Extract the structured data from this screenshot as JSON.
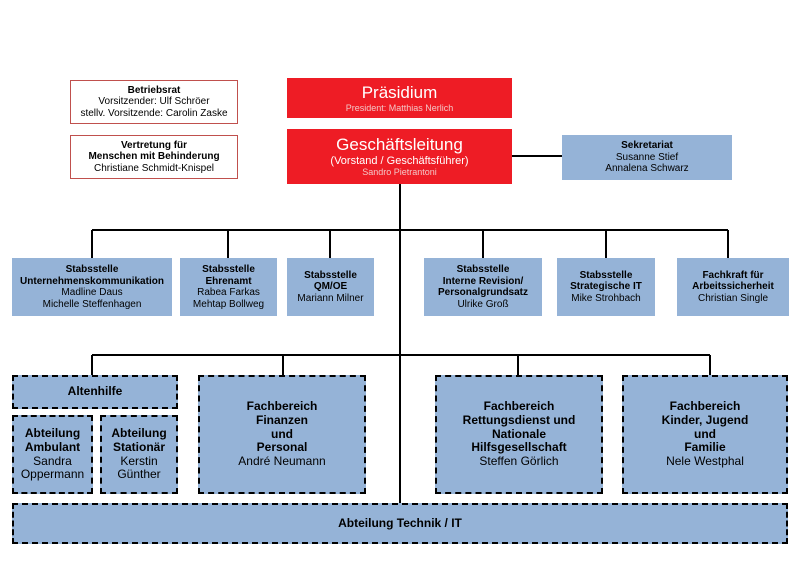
{
  "praesidium": {
    "title": "Präsidium",
    "person": "President: Matthias Nerlich"
  },
  "geschaeftsleitung": {
    "title": "Geschäftsleitung",
    "subtitle": "(Vorstand / Geschäftsführer)",
    "person": "Sandro Pietrantoni"
  },
  "betriebsrat": {
    "title": "Betriebsrat",
    "line1": "Vorsitzender: Ulf Schröer",
    "line2": "stellv. Vorsitzende: Carolin Zaske"
  },
  "vertretung": {
    "title_line1": "Vertretung für",
    "title_line2": "Menschen mit Behinderung",
    "person": "Christiane Schmidt-Knispel"
  },
  "sekretariat": {
    "title": "Sekretariat",
    "person1": "Susanne Stief",
    "person2": "Annalena Schwarz"
  },
  "stabsstellen": [
    {
      "title1": "Stabsstelle",
      "title2": "Unternehmenskommunikation",
      "person1": "Madline Daus",
      "person2": "Michelle Steffenhagen"
    },
    {
      "title1": "Stabsstelle",
      "title2": "Ehrenamt",
      "person1": "Rabea Farkas",
      "person2": "Mehtap Bollweg"
    },
    {
      "title1": "Stabsstelle",
      "title2": "QM/OE",
      "person1": "Mariann Milner"
    },
    {
      "title1": "Stabsstelle",
      "title2": "Interne Revision/",
      "title3": "Personalgrundsatz",
      "person1": "Ulrike Groß"
    },
    {
      "title1": "Stabsstelle",
      "title2": "Strategische IT",
      "person1": "Mike Strohbach"
    },
    {
      "title1": "Fachkraft für",
      "title2": "Arbeitssicherheit",
      "person1": "Christian Single"
    }
  ],
  "altenhilfe": {
    "title": "Altenhilfe"
  },
  "ambulant": {
    "title1": "Abteilung",
    "title2": "Ambulant",
    "person1": "Sandra",
    "person2": "Oppermann"
  },
  "stationaer": {
    "title1": "Abteilung",
    "title2": "Stationär",
    "person1": "Kerstin",
    "person2": "Günther"
  },
  "finanzen": {
    "title1": "Fachbereich",
    "title2": "Finanzen",
    "title3": "und",
    "title4": "Personal",
    "person": "André Neumann"
  },
  "rettung": {
    "title1": "Fachbereich",
    "title2": "Rettungsdienst und",
    "title3": "Nationale",
    "title4": "Hilfsgesellschaft",
    "person": "Steffen Görlich"
  },
  "kinder": {
    "title1": "Fachbereich",
    "title2": "Kinder, Jugend",
    "title3": "und",
    "title4": "Familie",
    "person": "Nele Westphal"
  },
  "technik": {
    "title": "Abteilung Technik / IT"
  }
}
